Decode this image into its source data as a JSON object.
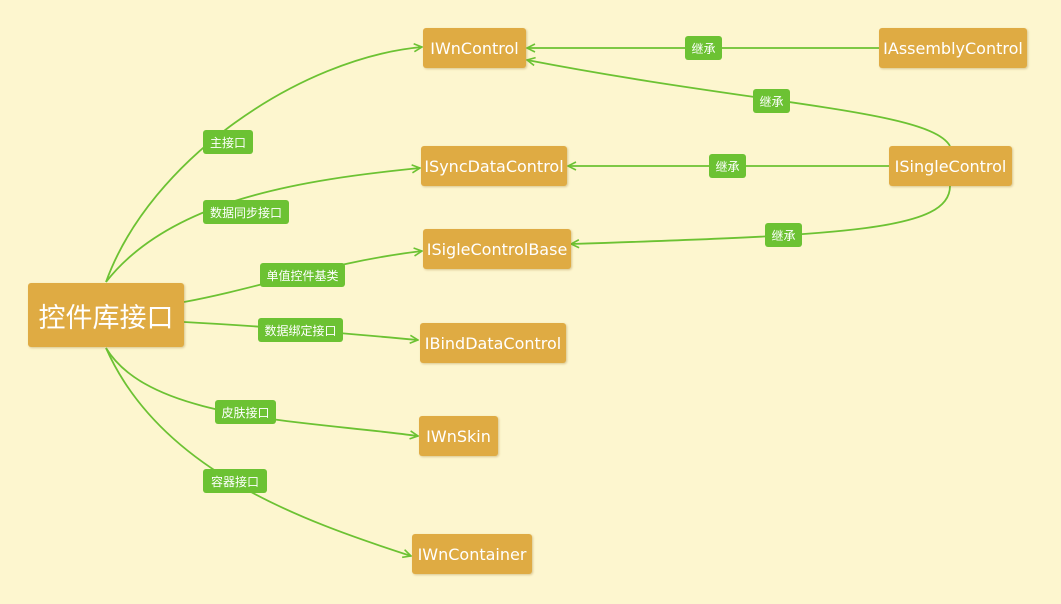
{
  "diagram": {
    "colors": {
      "background": "#fdf6cf",
      "node_fill": "#dfab43",
      "node_text": "#ffffff",
      "edge": "#6cc233",
      "label_fill": "#6cc233",
      "label_text": "#ffffff"
    },
    "nodes": {
      "root": "控件库接口",
      "iwncontrol": "IWnControl",
      "isyncdatacontrol": "ISyncDataControl",
      "isiglecontrolbase": "ISigleControlBase",
      "ibinddatacontrol": "IBindDataControl",
      "iwnskin": "IWnSkin",
      "iwncontainer": "IWnContainer",
      "iassemblycontrol": "IAssemblyControl",
      "isinglecontrol": "ISingleControl"
    },
    "edges": [
      {
        "from": "root",
        "to": "iwncontrol",
        "label": "主接口"
      },
      {
        "from": "root",
        "to": "isyncdatacontrol",
        "label": "数据同步接口"
      },
      {
        "from": "root",
        "to": "isiglecontrolbase",
        "label": "单值控件基类"
      },
      {
        "from": "root",
        "to": "ibinddatacontrol",
        "label": "数据绑定接口"
      },
      {
        "from": "root",
        "to": "iwnskin",
        "label": "皮肤接口"
      },
      {
        "from": "root",
        "to": "iwncontainer",
        "label": "容器接口"
      },
      {
        "from": "iassemblycontrol",
        "to": "iwncontrol",
        "label": "继承"
      },
      {
        "from": "isinglecontrol",
        "to": "iwncontrol",
        "label": "继承"
      },
      {
        "from": "isinglecontrol",
        "to": "isyncdatacontrol",
        "label": "继承"
      },
      {
        "from": "isinglecontrol",
        "to": "isiglecontrolbase",
        "label": "继承"
      }
    ]
  }
}
